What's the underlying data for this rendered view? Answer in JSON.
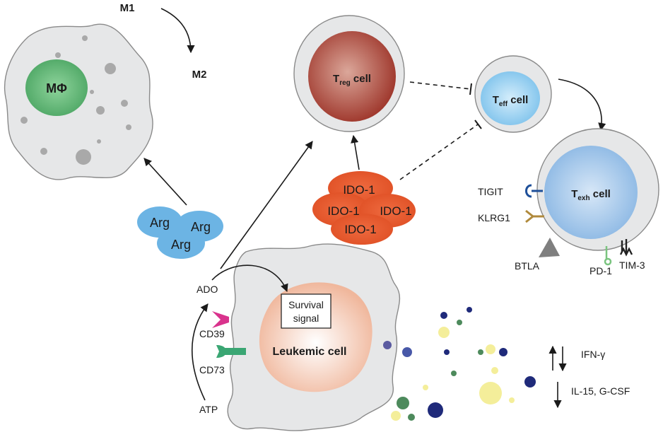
{
  "labels": {
    "m1": "M1",
    "m2": "M2",
    "macrophage": "MΦ",
    "treg_main": "T",
    "treg_sub": "reg",
    "treg_tail": " cell",
    "teff_main": "T",
    "teff_sub": "eff",
    "teff_tail": " cell",
    "texh_main": "T",
    "texh_sub": "exh",
    "texh_tail": " cell",
    "arg_1": "Arg",
    "arg_2": "Arg",
    "arg_3": "Arg",
    "ido_top": "IDO-1",
    "ido_left": "IDO-1",
    "ido_right": "IDO-1",
    "ido_bottom": "IDO-1",
    "tigit": "TIGIT",
    "klrg1": "KLRG1",
    "btla": "BTLA",
    "pd1": "PD-1",
    "tim3": "TIM-3",
    "ado": "ADO",
    "atp": "ATP",
    "cd39": "CD39",
    "cd73": "CD73",
    "survival_line1": "Survival",
    "survival_line2": "signal",
    "leukemic": "Leukemic cell",
    "ifn": "IFN-γ",
    "il15": "IL-15, G-CSF"
  },
  "colors": {
    "cell_membrane": "#e6e7e8",
    "membrane_stroke": "#8a8a8a",
    "macrophage_nucleus": "#58b06f",
    "treg_nucleus": "#a23a30",
    "teff_nucleus": "#8ecbee",
    "texh_nucleus": "#9cc3e8",
    "arg": "#6cb4e4",
    "ido": "#e8592e",
    "leukemic_nucleus": "#f2c1a8",
    "cd39": "#d9338d",
    "cd73": "#3aa673",
    "tigit": "#1e4f99",
    "klrg1": "#b08a3c",
    "pd1": "#7ac47f",
    "btla": "#7f7f7f",
    "tim3": "#222222",
    "dot_navy": "#1f2a7a",
    "dot_yellow": "#f4ee9a",
    "dot_green": "#4d8a5c"
  },
  "icons": [
    "inhibition-bar",
    "arrowhead",
    "receptor-fork",
    "receptor-ball",
    "receptor-trident"
  ]
}
